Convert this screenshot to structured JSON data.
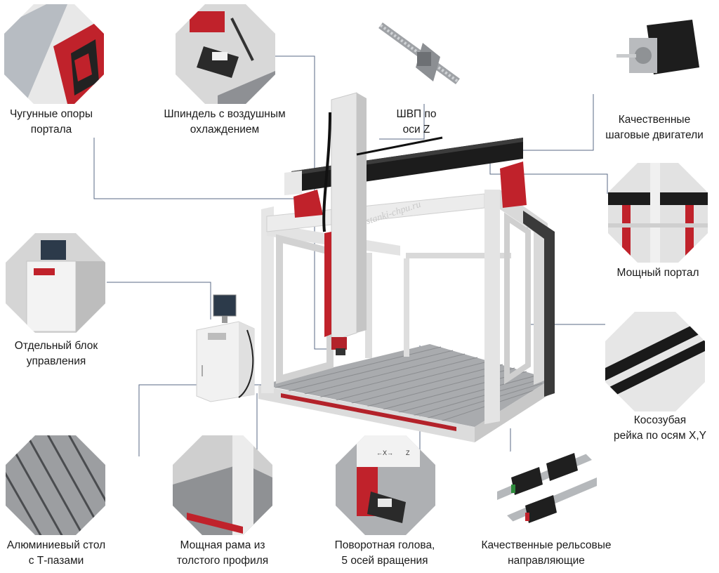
{
  "watermark": "stanki-chpu.ru",
  "callouts": [
    {
      "id": "cast-supports",
      "lines": [
        "Чугунные опоры",
        "портала"
      ]
    },
    {
      "id": "spindle",
      "lines": [
        "Шпиндель с воздушным",
        "охлаждением"
      ]
    },
    {
      "id": "ballscrew",
      "lines": [
        "ШВП по",
        "оси Z"
      ]
    },
    {
      "id": "stepper",
      "lines": [
        "Качественные",
        "шаговые двигатели"
      ]
    },
    {
      "id": "gantry",
      "lines": [
        "Мощный портал"
      ]
    },
    {
      "id": "control-unit",
      "lines": [
        "Отдельный блок",
        "управления"
      ]
    },
    {
      "id": "helical-rack",
      "lines": [
        "Косозубая",
        "рейка по осям X,Y"
      ]
    },
    {
      "id": "aluminum-table",
      "lines": [
        "Алюминиевый стол",
        "с Т-пазами"
      ]
    },
    {
      "id": "frame",
      "lines": [
        "Мощная рама из",
        "толстого профиля"
      ]
    },
    {
      "id": "rotary-head",
      "lines": [
        "Поворотная голова,",
        "5 осей вращения"
      ]
    },
    {
      "id": "rails",
      "lines": [
        "Качественные рельсовые",
        "направляющие"
      ]
    }
  ],
  "head_panel": {
    "x_label": "←X→",
    "z_label": "Z"
  }
}
